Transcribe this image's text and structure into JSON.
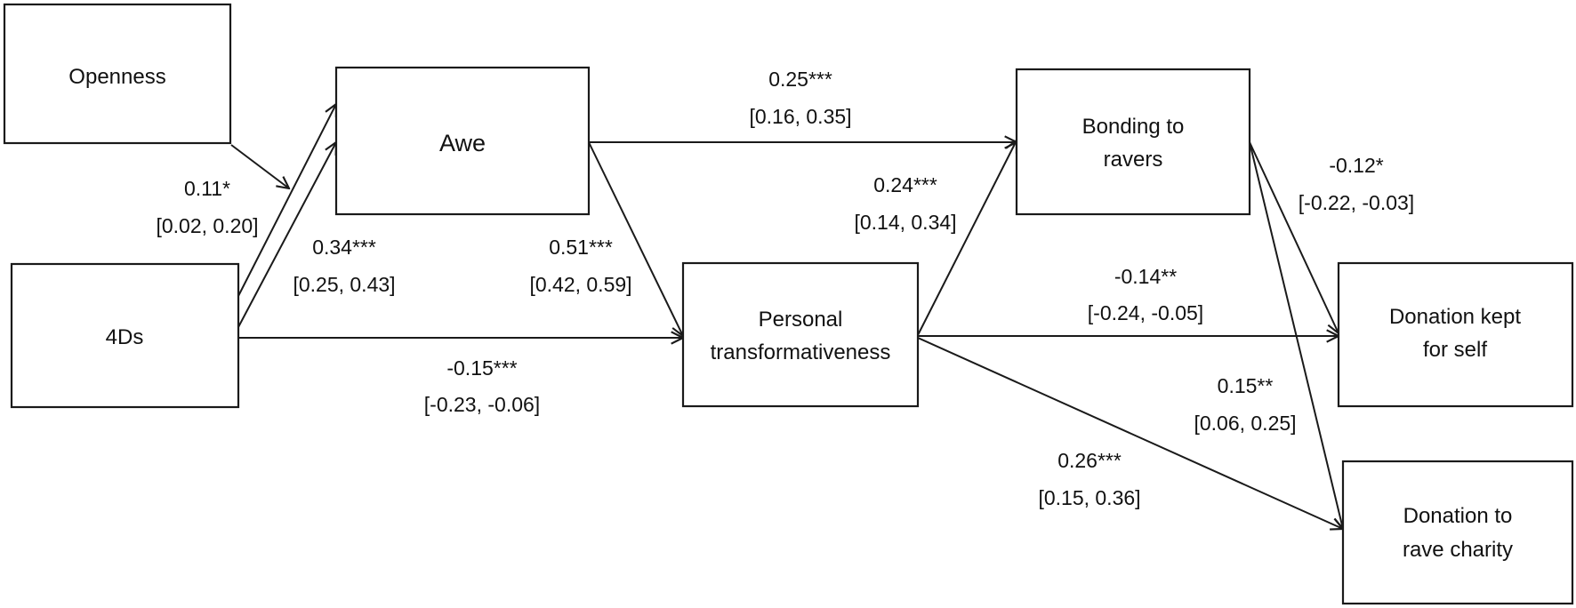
{
  "nodes": {
    "openness": {
      "lines": [
        "Openness"
      ]
    },
    "awe": {
      "lines": [
        "Awe"
      ]
    },
    "fourDs": {
      "lines": [
        "4Ds"
      ]
    },
    "personal": {
      "lines": [
        "Personal",
        "transformativeness"
      ]
    },
    "bonding": {
      "lines": [
        "Bonding to",
        "ravers"
      ]
    },
    "kept": {
      "lines": [
        "Donation kept",
        "for self"
      ]
    },
    "charity": {
      "lines": [
        "Donation to",
        "rave charity"
      ]
    }
  },
  "edges": {
    "openness_awe": {
      "coef": "0.11*",
      "ci": "[0.02, 0.20]"
    },
    "fourDs_awe": {
      "coef": "0.34***",
      "ci": "[0.25, 0.43]"
    },
    "fourDs_personal": {
      "coef": "-0.15***",
      "ci": "[-0.23, -0.06]"
    },
    "awe_bonding": {
      "coef": "0.25***",
      "ci": "[0.16, 0.35]"
    },
    "awe_personal": {
      "coef": "0.51***",
      "ci": "[0.42, 0.59]"
    },
    "personal_bonding": {
      "coef": "0.24***",
      "ci": "[0.14, 0.34]"
    },
    "personal_kept": {
      "coef": "-0.14**",
      "ci": "[-0.24, -0.05]"
    },
    "personal_charity": {
      "coef": "0.26***",
      "ci": "[0.15, 0.36]"
    },
    "bonding_kept": {
      "coef": "-0.12*",
      "ci": "[-0.22, -0.03]"
    },
    "bonding_charity": {
      "coef": "0.15**",
      "ci": "[0.06, 0.25]"
    }
  }
}
